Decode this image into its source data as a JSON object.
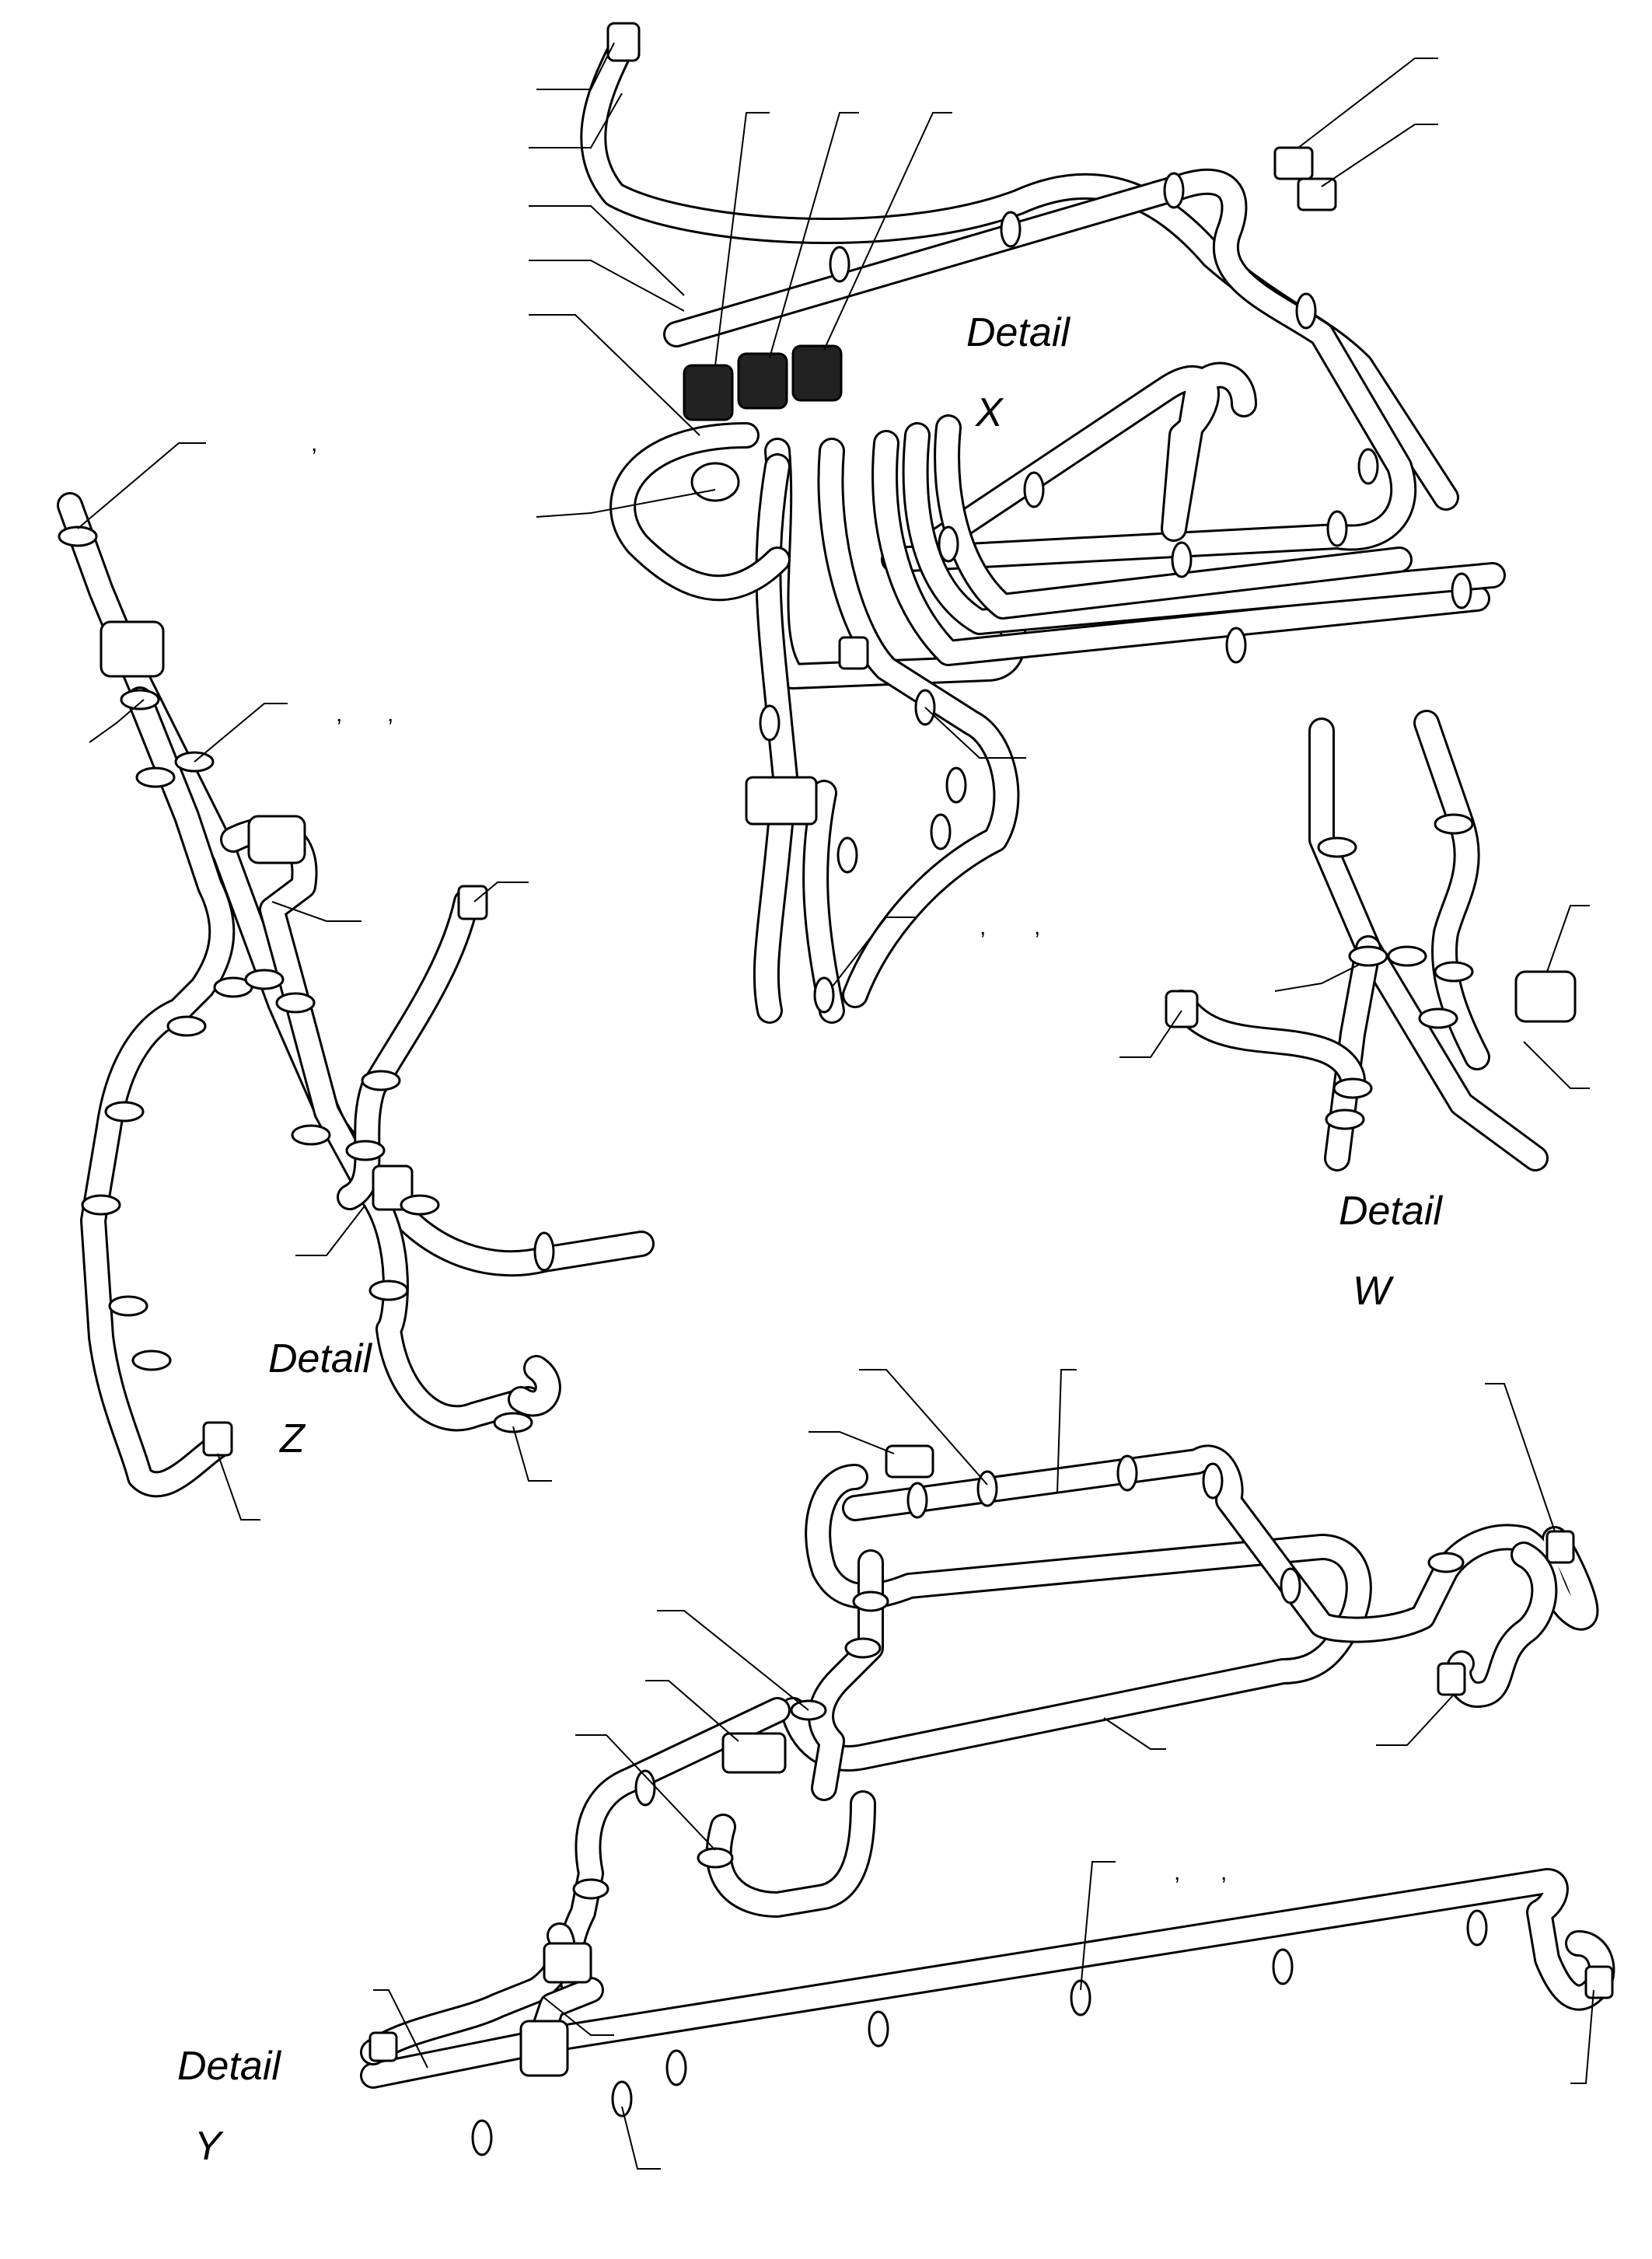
{
  "colors": {
    "line": "#000000",
    "background": "#ffffff"
  },
  "details": [
    {
      "id": "x",
      "word": "Detail",
      "letter": "X"
    },
    {
      "id": "w",
      "word": "Detail",
      "letter": "W"
    },
    {
      "id": "z",
      "word": "Detail",
      "letter": "Z"
    },
    {
      "id": "y",
      "word": "Detail",
      "letter": "Y"
    }
  ],
  "commas": [
    "",
    ",",
    ",",
    ",",
    ",",
    ",",
    ",",
    ","
  ]
}
